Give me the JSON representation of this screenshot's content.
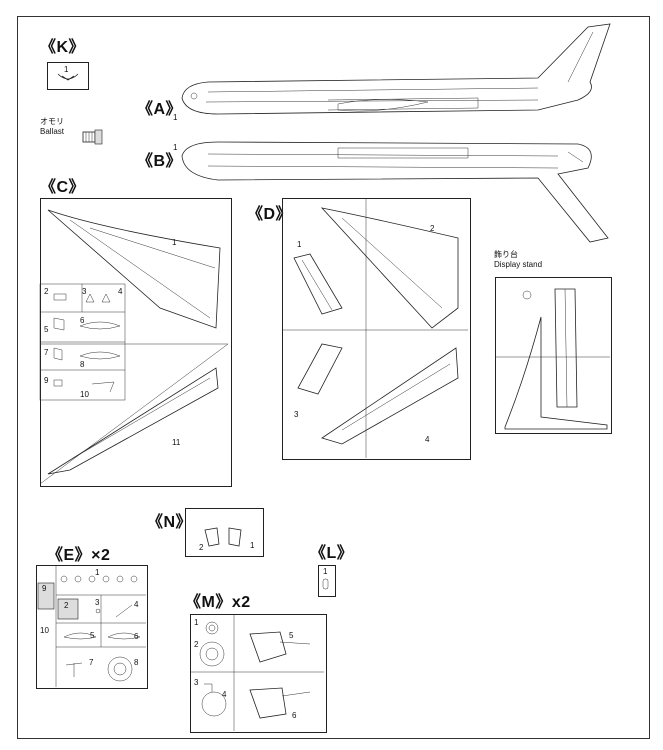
{
  "sprues": {
    "k": {
      "label": "《K》",
      "part": "1"
    },
    "a": {
      "label": "《A》",
      "part": "1"
    },
    "b": {
      "label": "《B》",
      "part": "1"
    },
    "c": {
      "label": "《C》",
      "parts": [
        "1",
        "2",
        "3",
        "4",
        "5",
        "6",
        "7",
        "8",
        "9",
        "10",
        "11"
      ]
    },
    "d": {
      "label": "《D》",
      "parts": [
        "1",
        "2",
        "3",
        "4"
      ]
    },
    "n": {
      "label": "《N》",
      "parts": [
        "2",
        "1"
      ]
    },
    "l": {
      "label": "《L》",
      "part": "1"
    },
    "e": {
      "label": "《E》×2",
      "parts": [
        "1",
        "2",
        "3",
        "4",
        "5",
        "6",
        "7",
        "8",
        "9",
        "10"
      ]
    },
    "m": {
      "label": "《M》x2",
      "parts": [
        "1",
        "2",
        "3",
        "4",
        "5",
        "6"
      ]
    }
  },
  "ballast": {
    "jp": "オモリ",
    "en": "Ballast"
  },
  "stand": {
    "jp": "飾り台",
    "en": "Display stand"
  }
}
